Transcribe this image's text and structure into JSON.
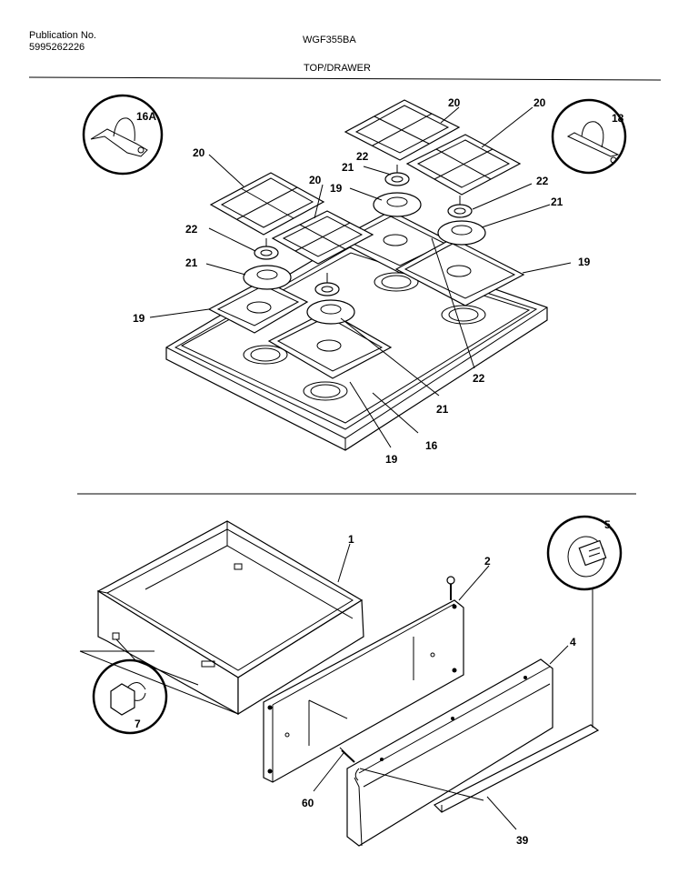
{
  "header": {
    "publication_label": "Publication No.",
    "publication_number": "5995262226",
    "model": "WGF355BA",
    "section_title": "TOP/DRAWER"
  },
  "callouts": {
    "c_16a": "16A",
    "c_18": "18",
    "c_20a": "20",
    "c_20b": "20",
    "c_20c": "20",
    "c_20d": "20",
    "c_21a": "21",
    "c_21b": "21",
    "c_21c": "21",
    "c_21d": "21",
    "c_22a": "22",
    "c_22b": "22",
    "c_22c": "22",
    "c_22d": "22",
    "c_19a": "19",
    "c_19b": "19",
    "c_19c": "19",
    "c_19d": "19",
    "c_16": "16",
    "c_1": "1",
    "c_2": "2",
    "c_4": "4",
    "c_5": "5",
    "c_7": "7",
    "c_60": "60",
    "c_39": "39"
  }
}
